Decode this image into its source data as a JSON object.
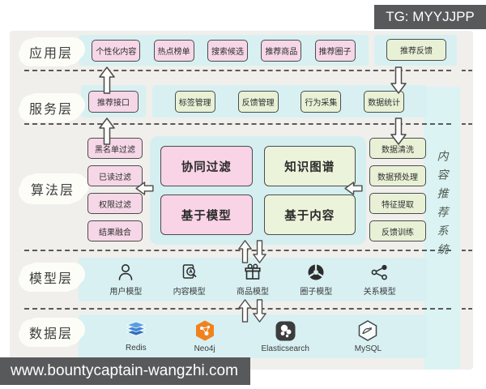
{
  "watermark": {
    "tg": "TG: MYYJJPP",
    "site": "www.bountycaptain-wangzhi.com"
  },
  "system": {
    "title": "内容推荐系统"
  },
  "app": {
    "label": "应用层",
    "items": [
      "个性化内容",
      "热点榜单",
      "搜索候选",
      "推荐商品",
      "推荐圈子"
    ],
    "feedback": "推荐反馈"
  },
  "service": {
    "label": "服务层",
    "api": "推荐接口",
    "items": [
      "标签管理",
      "反馈管理",
      "行为采集",
      "数据统计"
    ]
  },
  "algo": {
    "label": "算法层",
    "filters": [
      "黑名单过滤",
      "已读过滤",
      "权限过滤",
      "结果融合"
    ],
    "core": [
      "协同过滤",
      "知识图谱",
      "基于模型",
      "基于内容"
    ],
    "process": [
      "数据清洗",
      "数据预处理",
      "特征提取",
      "反馈训练"
    ]
  },
  "model": {
    "label": "模型层",
    "items": [
      {
        "label": "用户模型",
        "icon": "user-icon"
      },
      {
        "label": "内容模型",
        "icon": "content-doc-icon"
      },
      {
        "label": "商品模型",
        "icon": "gift-icon"
      },
      {
        "label": "圈子模型",
        "icon": "aperture-icon"
      },
      {
        "label": "关系模型",
        "icon": "share-graph-icon"
      }
    ]
  },
  "data_layer": {
    "label": "数据层",
    "items": [
      {
        "label": "Redis",
        "icon": "redis-logo"
      },
      {
        "label": "Neo4j",
        "icon": "neo4j-logo"
      },
      {
        "label": "Elasticsearch",
        "icon": "elasticsearch-logo"
      },
      {
        "label": "MySQL",
        "icon": "mysql-logo"
      }
    ]
  },
  "colors": {
    "pink_box": "#f6d7e7",
    "green_box": "#e8f1d6",
    "cyan_band": "#d8f0f2",
    "diagram_bg": "#f0efec",
    "watermark_bg": "#58595b"
  }
}
